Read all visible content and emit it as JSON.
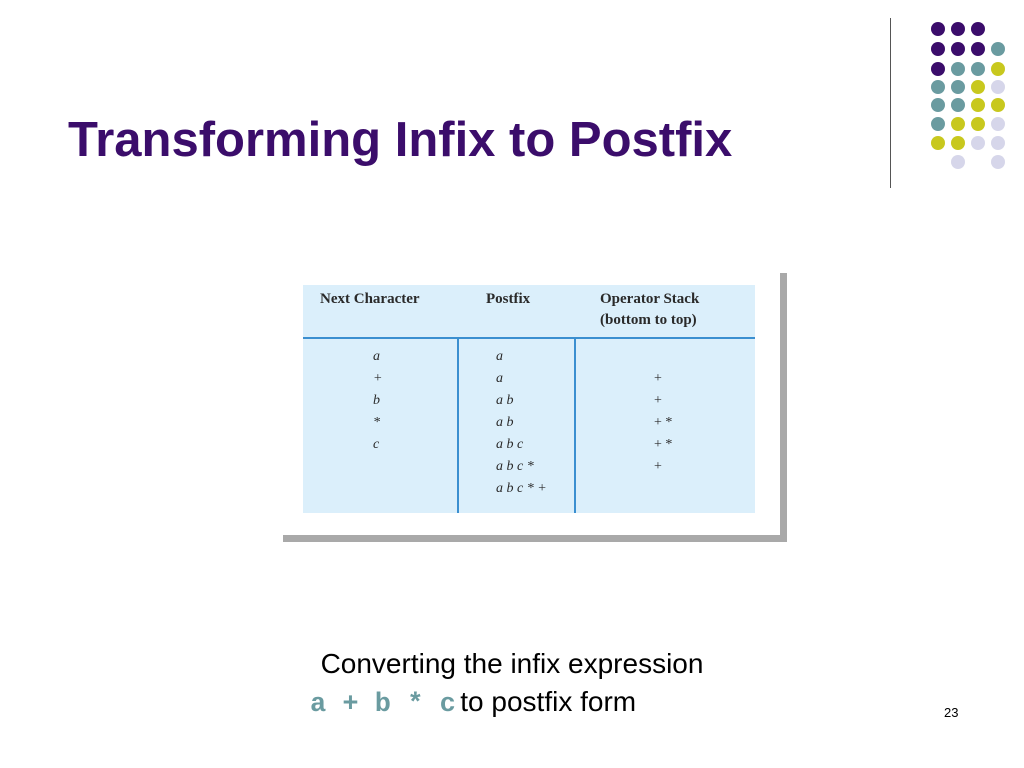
{
  "slide": {
    "title": "Transforming Infix to Postfix",
    "page_number": "23"
  },
  "decor": {
    "colors": {
      "purple": "#3b0d6b",
      "teal": "#6a9ba0",
      "yellow": "#c8c81e",
      "lavender": "#d6d6ea"
    }
  },
  "table": {
    "headers": {
      "next": "Next Character",
      "postfix": "Postfix",
      "stack_line1": "Operator Stack",
      "stack_line2": "(bottom to top)"
    },
    "rows": [
      {
        "next": "a",
        "postfix": "a",
        "stack": ""
      },
      {
        "next": "+",
        "postfix": "a",
        "stack": "+"
      },
      {
        "next": "b",
        "postfix": "a b",
        "stack": "+"
      },
      {
        "next": "*",
        "postfix": "a b",
        "stack": "+ *"
      },
      {
        "next": "c",
        "postfix": "a b c",
        "stack": "+ *"
      },
      {
        "next": "",
        "postfix": "a b c *",
        "stack": "+"
      },
      {
        "next": "",
        "postfix": "a b c * +",
        "stack": ""
      }
    ]
  },
  "caption": {
    "line1": "Converting the infix expression",
    "expression": "a + b * c",
    "line2_rest": "to postfix form"
  }
}
